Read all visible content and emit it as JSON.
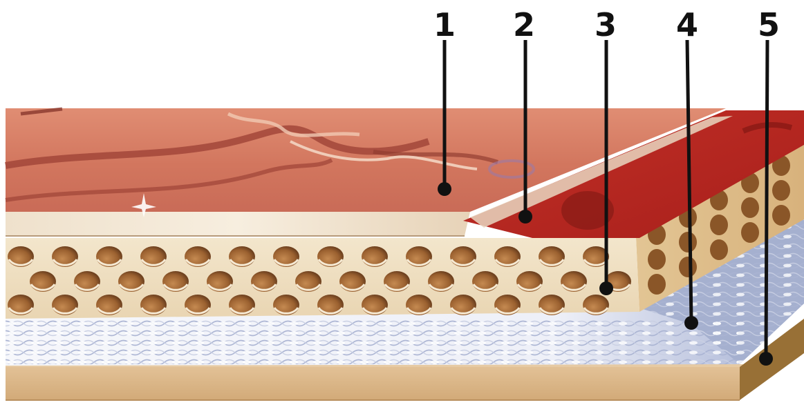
{
  "callouts": [
    {
      "label": "1",
      "layer": "decor-surface"
    },
    {
      "label": "2",
      "layer": "pvc-wear-layer"
    },
    {
      "label": "3",
      "layer": "foam-backing"
    },
    {
      "label": "4",
      "layer": "fiber-mesh"
    },
    {
      "label": "5",
      "layer": "base-layer"
    }
  ],
  "colors": {
    "decor": "#d2765e",
    "decor_dark": "#a2473a",
    "decor_red": "#b62a22",
    "clear_layer": "#f1e3cf",
    "foam": "#f0e1c4",
    "foam_hole": "#a66a37",
    "mesh": "#f5f6fb",
    "mesh_shadow": "#9ea9c9",
    "base": "#d9b486",
    "base_side": "#987036",
    "leader": "#111111"
  }
}
